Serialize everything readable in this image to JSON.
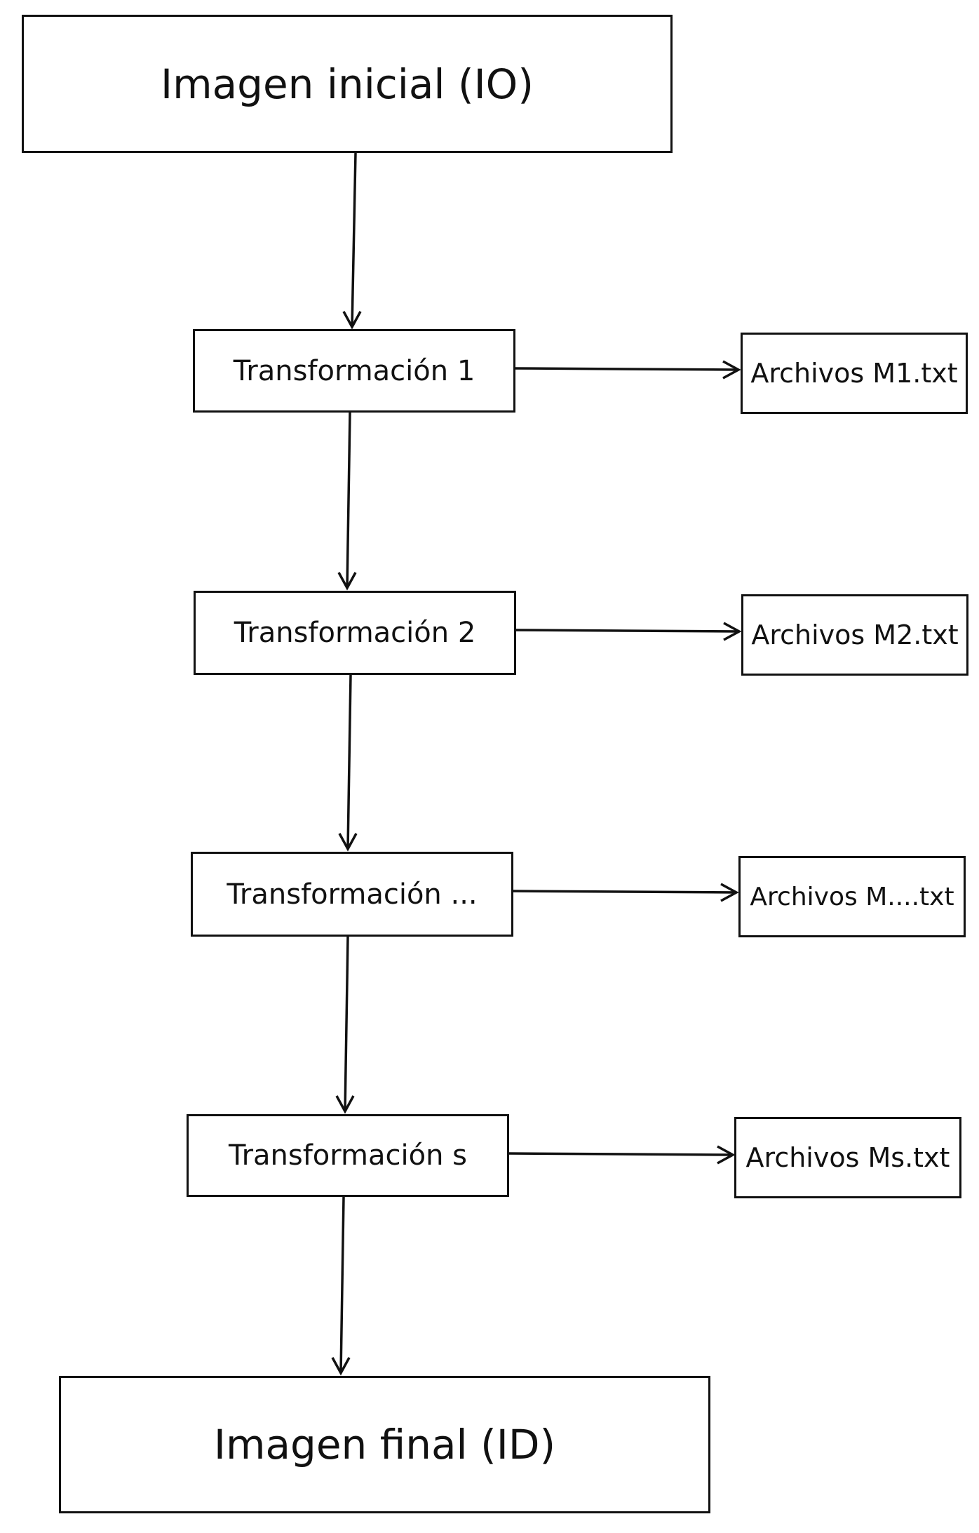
{
  "diagram": {
    "start": "Imagen inicial (IO)",
    "steps": [
      "Transformación 1",
      "Transformación 2",
      "Transformación ...",
      "Transformación s"
    ],
    "outputs": [
      "Archivos M1.txt",
      "Archivos M2.txt",
      "Archivos M....txt",
      "Archivos Ms.txt"
    ],
    "end": "Imagen final (ID)"
  }
}
